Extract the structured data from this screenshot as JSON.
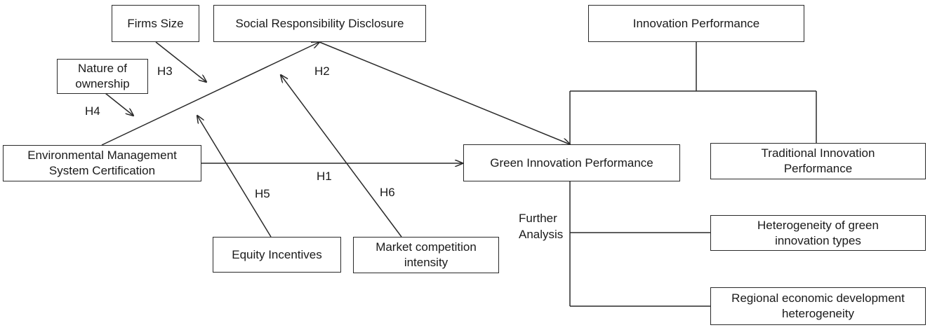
{
  "diagram": {
    "nodes": {
      "firms_size": "Firms Size",
      "social_responsibility": "Social Responsibility Disclosure",
      "innovation_performance": "Innovation Performance",
      "nature_ownership": "Nature of ownership",
      "ems_certification": "Environmental Management System Certification",
      "green_innovation": "Green Innovation Performance",
      "traditional_innovation": "Traditional Innovation Performance",
      "equity_incentives": "Equity Incentives",
      "market_competition": "Market competition intensity",
      "heterogeneity_green": "Heterogeneity of green innovation types",
      "regional_heterogeneity": "Regional economic development heterogeneity"
    },
    "labels": {
      "h1": "H1",
      "h2": "H2",
      "h3": "H3",
      "h4": "H4",
      "h5": "H5",
      "h6": "H6",
      "further_analysis": "Further Analysis"
    }
  }
}
